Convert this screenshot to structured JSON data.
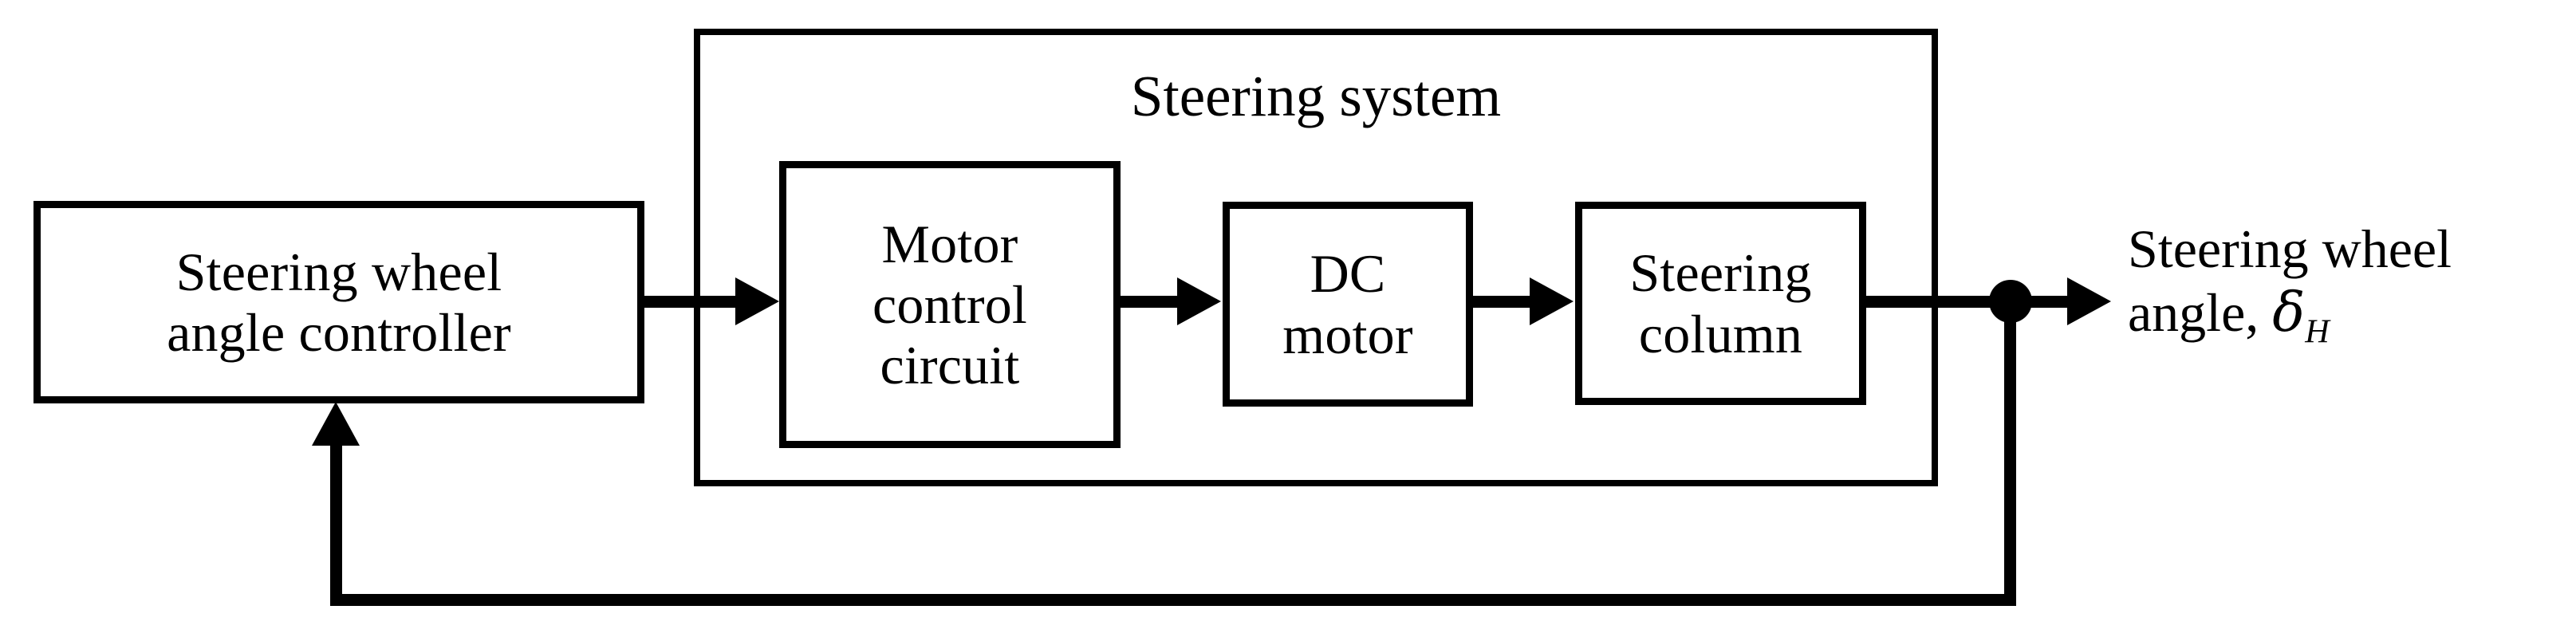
{
  "diagram": {
    "title": "Steering wheel angle control block diagram",
    "type": "control-block-diagram",
    "line_color": "#000000",
    "background_color": "#ffffff"
  },
  "group": {
    "label": "Steering system"
  },
  "blocks": [
    {
      "id": "controller",
      "label": "Steering wheel\nangle controller"
    },
    {
      "id": "motor_control",
      "label": "Motor\ncontrol\ncircuit"
    },
    {
      "id": "dc_motor",
      "label": "DC\nmotor"
    },
    {
      "id": "steering_column",
      "label": "Steering\ncolumn"
    }
  ],
  "output": {
    "line1": "Steering wheel",
    "line2_prefix": "angle, ",
    "symbol": "δ",
    "subscript": "H"
  },
  "signals": {
    "controller_to_motor_control": "",
    "motor_control_to_dc_motor": "",
    "dc_motor_to_steering_column": "",
    "steering_column_to_output": "",
    "feedback": ""
  }
}
